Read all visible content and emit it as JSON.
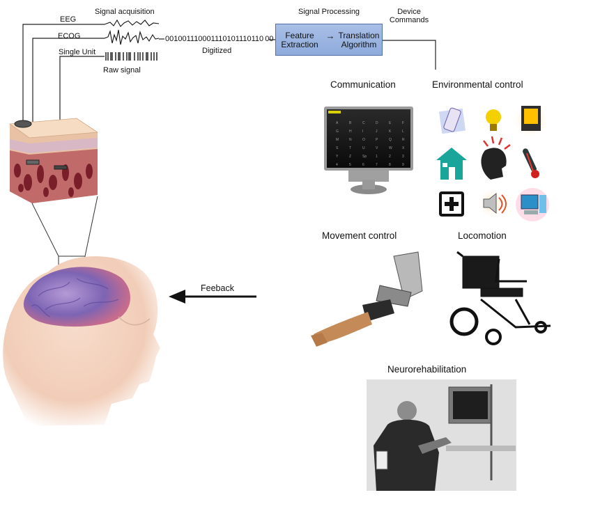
{
  "labels": {
    "signal_acquisition": "Signal acquisition",
    "eeg": "EEG",
    "ecog": "ECOG",
    "single_unit": "Single Unit",
    "raw_signal": "Raw signal",
    "bitstream": "001001110001110101110110 00",
    "digitized": "Digitized",
    "signal_processing": "Signal Processing",
    "feature_l1": "Feature",
    "feature_l2": "Extraction",
    "translation_l1": "Translation",
    "translation_l2": "Algorithm",
    "device_l1": "Device",
    "device_l2": "Commands",
    "communication": "Communication",
    "environmental_control": "Environmental control",
    "movement_control": "Movement control",
    "locomotion": "Locomotion",
    "feedback": "Feeback",
    "neurorehabilitation": "Neurorehabilitation"
  },
  "keyboard": {
    "keys": [
      "A",
      "B",
      "C",
      "D",
      "E",
      "F",
      "G",
      "H",
      "I",
      "J",
      "K",
      "L",
      "M",
      "N",
      "O",
      "P",
      "Q",
      "R",
      "S",
      "T",
      "U",
      "V",
      "W",
      "X",
      "Y",
      "Z",
      "Sp",
      "1",
      "2",
      "3",
      "4",
      "5",
      "6",
      "7",
      "8",
      "9"
    ]
  },
  "env_icons": [
    "phone-icon",
    "lightbulb-icon",
    "tv-icon",
    "home-icon",
    "head-icon",
    "thermometer-icon",
    "plus-icon",
    "speaker-icon",
    "computer-icon"
  ],
  "colors": {
    "box_fill": "#9cb5e1",
    "box_border": "#4f6ea8",
    "brain": "#8b6fb8",
    "skin": "#f3d3be"
  }
}
